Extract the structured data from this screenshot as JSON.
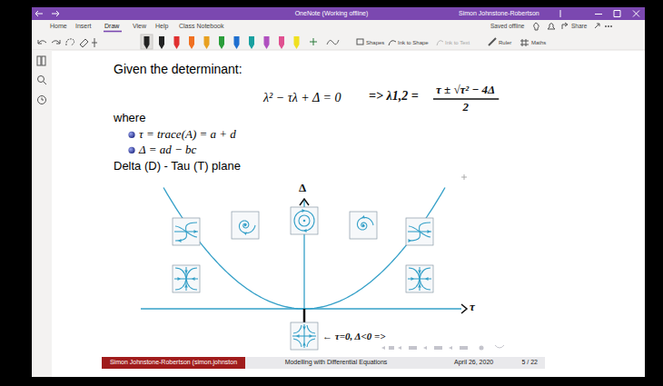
{
  "diagram": {
    "nodes": [
      {
        "text": [
          "OneNote (Working offline)",
          "Simon Johnstone-Robertson"
        ]
      },
      {
        "text": [
          "Simon Johnstone-Robertson (simon.johnston"
        ]
      },
      {
        "text": [
          "Modelling with Differential Equations"
        ]
      },
      {
        "text": [
          "April 26, 2020",
          "5 / 22"
        ]
      }
    ],
    "labels": [
      "Home",
      "Insert",
      "Draw",
      "View",
      "Help",
      "Class Notebook",
      "Saved offline",
      "Share",
      "Shapes",
      "Ink to Shape",
      "Ink to Text",
      "Ruler",
      "Maths",
      "Given the determinant:",
      "λ² − τλ + Δ = 0",
      "=> λ1,2 =",
      "τ ± √τ² − 4Δ",
      "2",
      "where",
      "τ = trace(A) = a + d",
      "Δ = ad − bc",
      "Delta (D) - Tau (T) plane",
      "Δ",
      "τ",
      "← τ=0, Δ<0 =>"
    ]
  }
}
